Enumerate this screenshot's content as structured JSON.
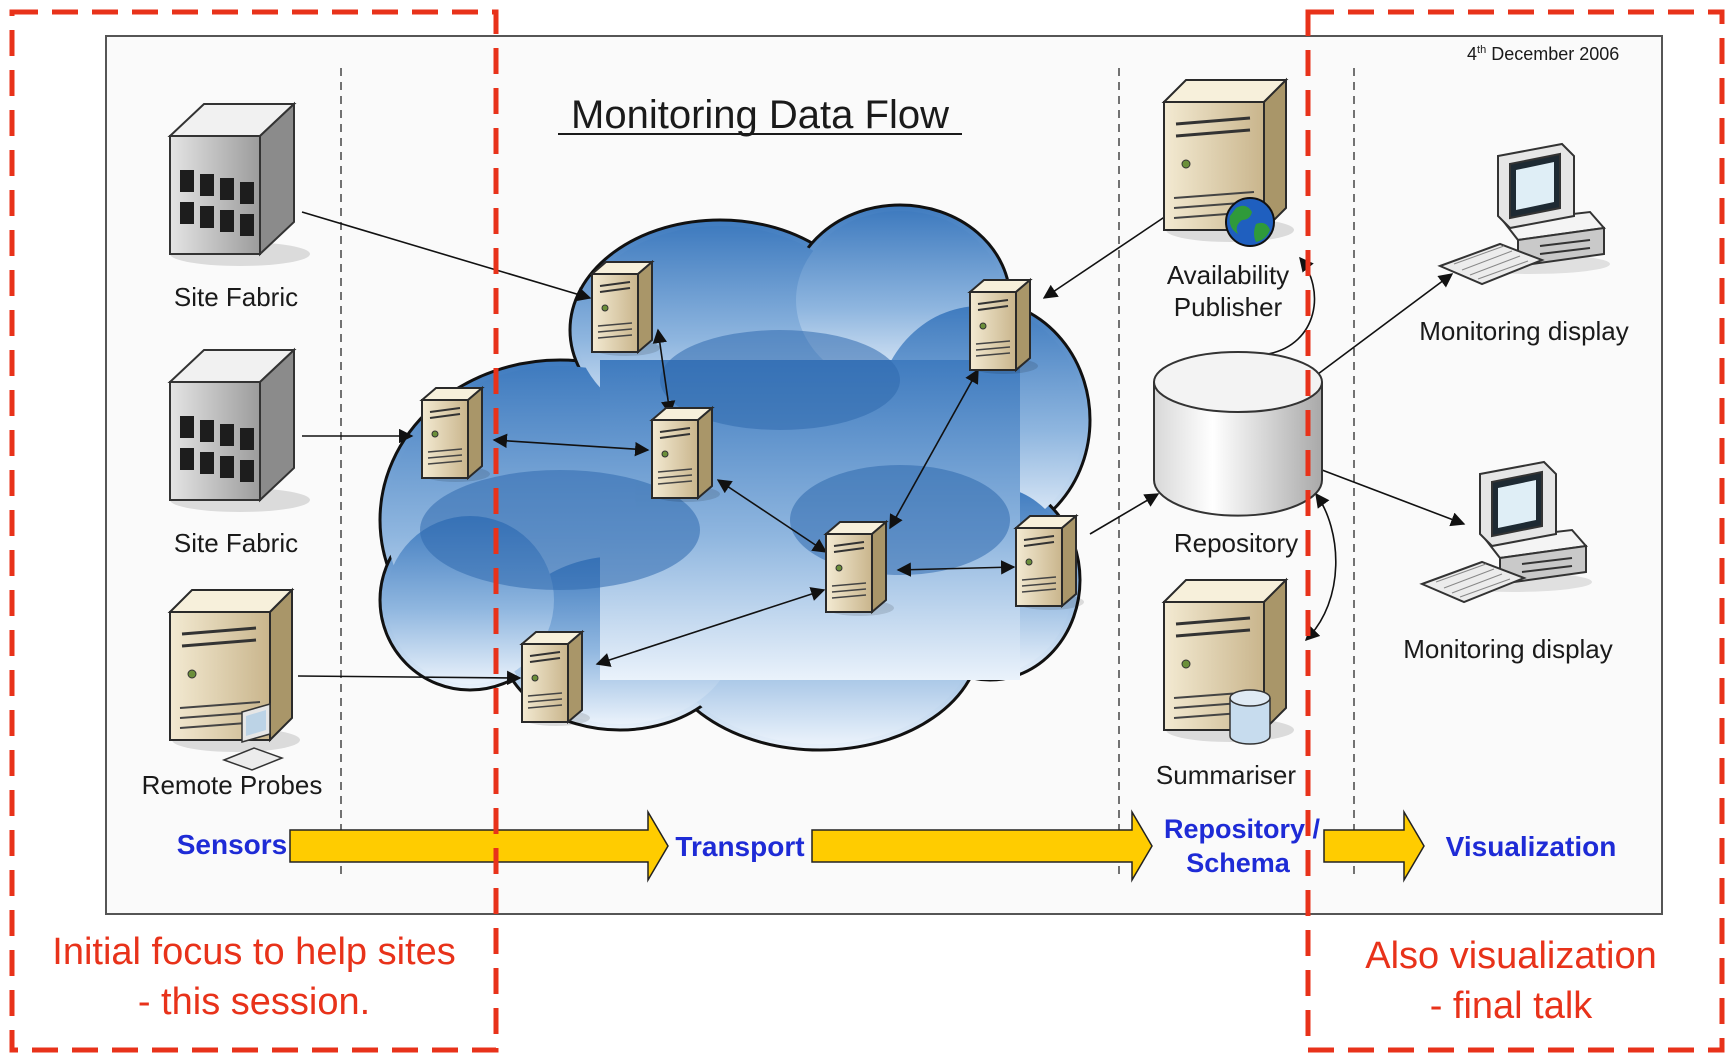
{
  "diagram": {
    "title": "Monitoring Data Flow",
    "date": {
      "day": "4",
      "suffix": "th",
      "rest": "December 2006"
    },
    "nodes": {
      "site_fabric_1": "Site Fabric",
      "site_fabric_2": "Site Fabric",
      "remote_probes": "Remote Probes",
      "availability_publisher": [
        "Availability",
        "Publisher"
      ],
      "repository": "Repository",
      "summariser": "Summariser",
      "monitoring_display_1": "Monitoring display",
      "monitoring_display_2": "Monitoring display"
    },
    "stages": {
      "sensors": "Sensors",
      "transport": "Transport",
      "repository_schema": [
        "Repository /",
        "Schema"
      ],
      "visualization": "Visualization"
    },
    "colors": {
      "stage_text": "#1e2bd6",
      "arrow_fill": "#ffcc00",
      "highlight": "#e8321a",
      "cloud": "#7aa6d6"
    }
  },
  "annotations": {
    "left": [
      "Initial focus to help sites",
      "- this session."
    ],
    "right": [
      "Also visualization",
      "- final talk"
    ]
  }
}
